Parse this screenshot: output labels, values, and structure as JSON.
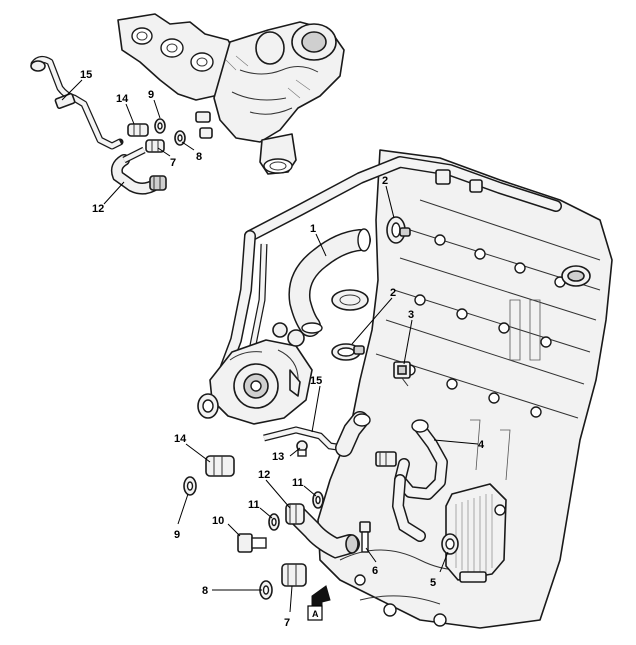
{
  "callouts": {
    "n1": "1",
    "n2_top": "2",
    "n2_mid": "2",
    "n3": "3",
    "n4": "4",
    "n5": "5",
    "n6": "6",
    "n7_top": "7",
    "n7_bottom": "7",
    "n8_top": "8",
    "n8_bottom": "8",
    "n9_top": "9",
    "n9_bottom": "9",
    "n10": "10",
    "n11_a": "11",
    "n11_b": "11",
    "n12_top": "12",
    "n12_bottom": "12",
    "n13": "13",
    "n14_top": "14",
    "n14_bottom": "14",
    "n15_top": "15",
    "n15_bottom": "15"
  },
  "view_marker": {
    "label": "A"
  }
}
